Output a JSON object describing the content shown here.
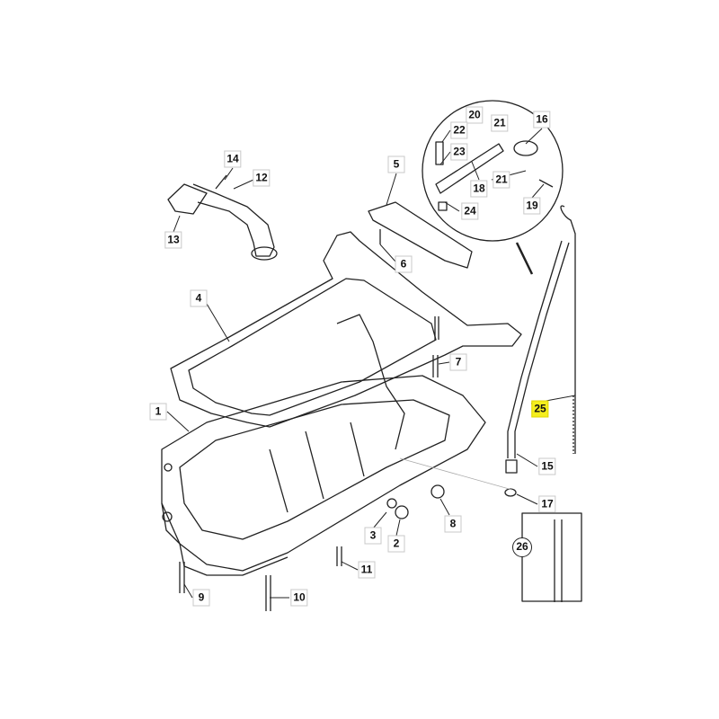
{
  "diagram": {
    "title": "Oil pan and dipstick assembly",
    "callouts": [
      {
        "id": "1",
        "text": "1"
      },
      {
        "id": "2",
        "text": "2"
      },
      {
        "id": "3",
        "text": "3"
      },
      {
        "id": "4",
        "text": "4"
      },
      {
        "id": "5",
        "text": "5"
      },
      {
        "id": "6",
        "text": "6"
      },
      {
        "id": "7",
        "text": "7"
      },
      {
        "id": "8",
        "text": "8"
      },
      {
        "id": "9",
        "text": "9"
      },
      {
        "id": "10",
        "text": "10"
      },
      {
        "id": "11",
        "text": "11"
      },
      {
        "id": "12",
        "text": "12"
      },
      {
        "id": "13",
        "text": "13"
      },
      {
        "id": "14",
        "text": "14"
      },
      {
        "id": "15",
        "text": "15"
      },
      {
        "id": "16",
        "text": "16"
      },
      {
        "id": "17",
        "text": "17"
      },
      {
        "id": "18",
        "text": "18"
      },
      {
        "id": "19",
        "text": "19"
      },
      {
        "id": "20",
        "text": "20"
      },
      {
        "id": "21a",
        "text": "21"
      },
      {
        "id": "21b",
        "text": "21"
      },
      {
        "id": "22",
        "text": "22"
      },
      {
        "id": "23",
        "text": "23"
      },
      {
        "id": "24",
        "text": "24"
      },
      {
        "id": "25",
        "text": "25"
      },
      {
        "id": "26",
        "text": "26"
      }
    ],
    "highlight_color": "#f5ee1e",
    "highlighted_callout": "25"
  }
}
